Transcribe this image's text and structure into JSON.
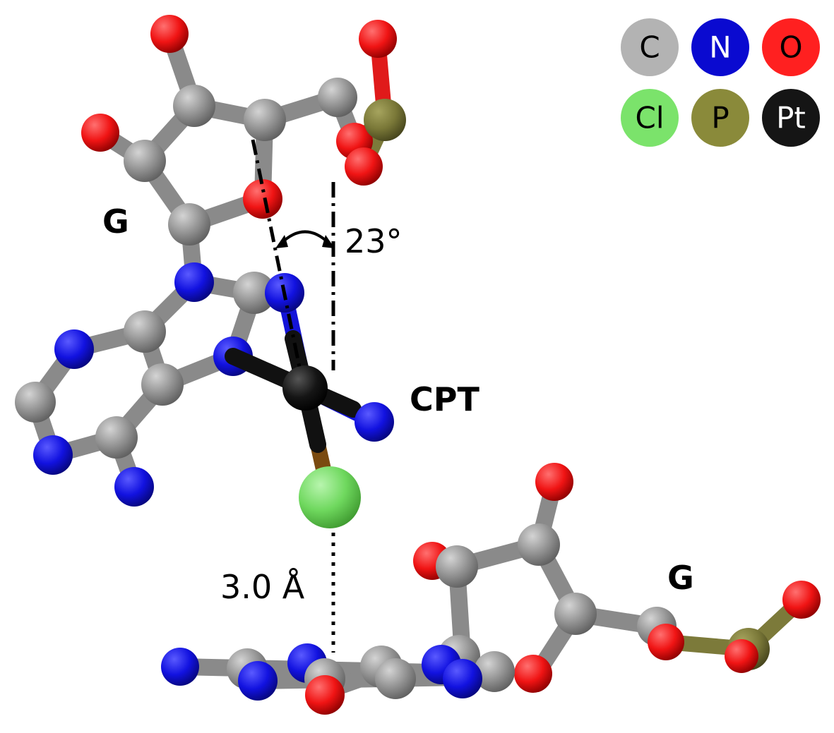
{
  "labels": {
    "top_nucleotide": "G",
    "bottom_nucleotide": "G",
    "complex": "CPT",
    "angle": "23°",
    "distance": "3.0 Å"
  },
  "legend": [
    {
      "symbol": "C",
      "color": "#b3b3b3",
      "text_color": "#000000"
    },
    {
      "symbol": "N",
      "color": "#0a0ad0",
      "text_color": "#ffffff"
    },
    {
      "symbol": "O",
      "color": "#ff2020",
      "text_color": "#000000"
    },
    {
      "symbol": "Cl",
      "color": "#7be36b",
      "text_color": "#000000"
    },
    {
      "symbol": "P",
      "color": "#8a8a3a",
      "text_color": "#000000"
    },
    {
      "symbol": "Pt",
      "color": "#151515",
      "text_color": "#ffffff"
    }
  ],
  "colors": {
    "carbon": "#8f8f8f",
    "nitrogen": "#1414e6",
    "oxygen": "#ff1a1a",
    "chlorine": "#77e066",
    "phosphorus": "#7c7a3a",
    "platinum": "#111111"
  }
}
